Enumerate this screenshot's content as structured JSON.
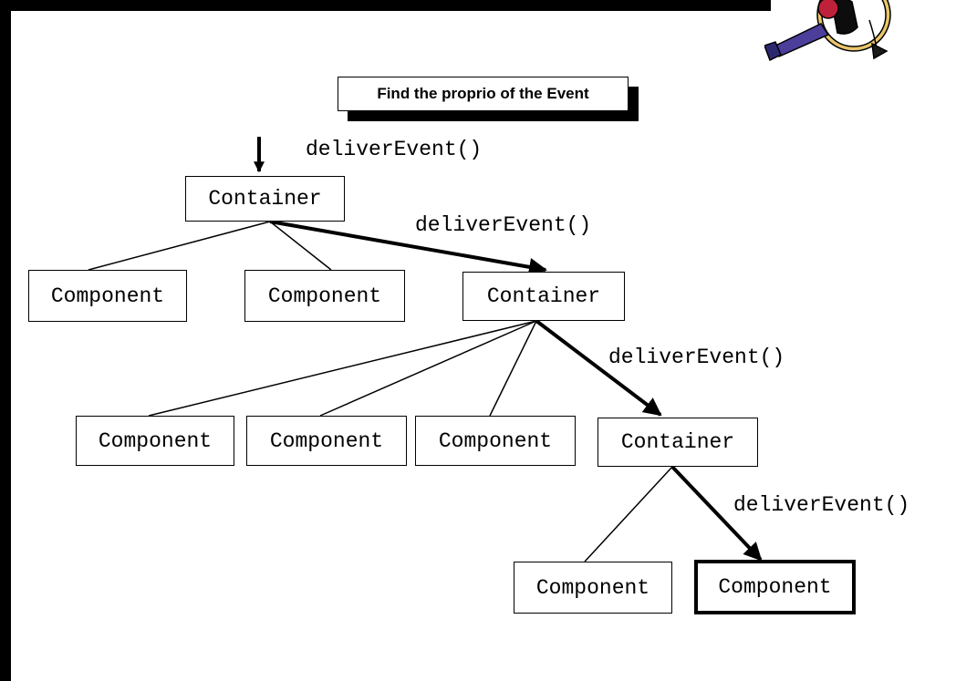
{
  "title": "Find the proprio of the Event",
  "nodes": {
    "root": "Container",
    "c1": "Component",
    "c2": "Component",
    "container2": "Container",
    "c3": "Component",
    "c4": "Component",
    "c5": "Component",
    "container3": "Container",
    "c6": "Component",
    "target": "Component"
  },
  "calls": {
    "entry": "deliverEvent()",
    "to_container2": "deliverEvent()",
    "to_container3": "deliverEvent()",
    "to_target": "deliverEvent()"
  },
  "colors": {
    "line": "#000000",
    "background": "#ffffff"
  },
  "icon": "java-duke-mascot-icon"
}
